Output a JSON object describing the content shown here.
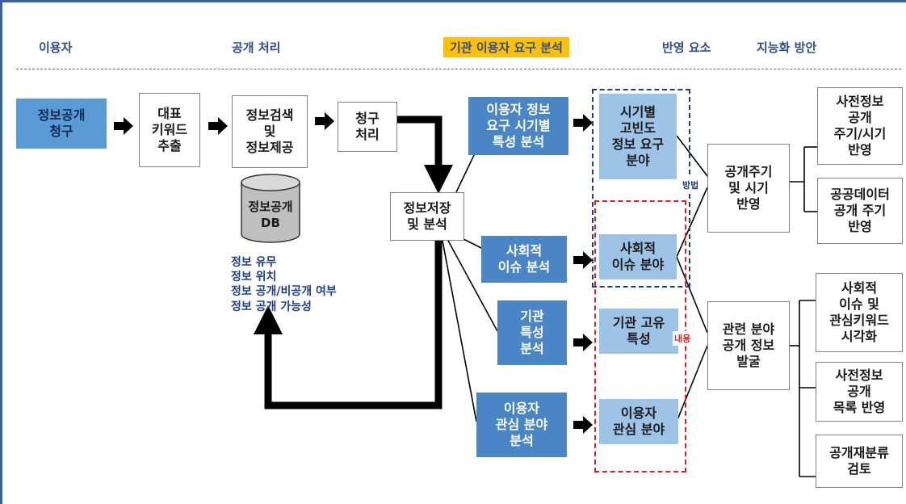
{
  "headers": {
    "user": "이용자",
    "disclosure": "공개 처리",
    "analysis": "기관 이용자 요구 분석",
    "reflection": "반영 요소",
    "intelligence": "지능화 방안"
  },
  "process": {
    "request": "정보공개\n청구",
    "keyword": "대표\n키워드\n추출",
    "search": "정보검색\n및\n정보제공",
    "claim": "청구\n처리",
    "storage": "정보저장\n및 분석"
  },
  "db": {
    "label": "정보공개\nDB",
    "info": [
      "정보 유무",
      "정보 위치",
      "정보 공개/비공개 여부",
      "정보 공개 가능성"
    ]
  },
  "analysis": {
    "time_char": "이용자 정보\n요구 시기별\n특성 분석",
    "social": "사회적\n이슈 분석",
    "org": "기관\n특성\n분석",
    "interest": "이용자\n관심 분야\n분석"
  },
  "elements": {
    "frequent": "시기별\n고빈도\n정보 요구\n분야",
    "social": "사회적\n이슈 분야",
    "org": "기관 고유\n특성",
    "interest": "이용자\n관심 분야"
  },
  "notes": {
    "method": "방법",
    "content": "내용"
  },
  "reflect": {
    "cycle": "공개주기\n및 시기\n반영",
    "discover": "관련 분야\n공개 정보\n발굴"
  },
  "plans": {
    "prior_cycle": "사전정보\n공개\n주기/시기\n반영",
    "public_data": "공공데이터\n공개 주기\n반영",
    "social_vis": "사회적\n이슈 및\n관심키워드\n시각화",
    "prior_list": "사전정보\n공개\n목록 반영",
    "reclassify": "공개재분류\n검토"
  },
  "colors": {
    "frame": "#3a6491",
    "highlight": "#ffc000",
    "header_text": "#2e4d8c",
    "blue_box": "#5b9bd5",
    "light_box": "#9dc3e6",
    "method_dash": "#1f3f7a",
    "content_dash": "#e02020"
  }
}
